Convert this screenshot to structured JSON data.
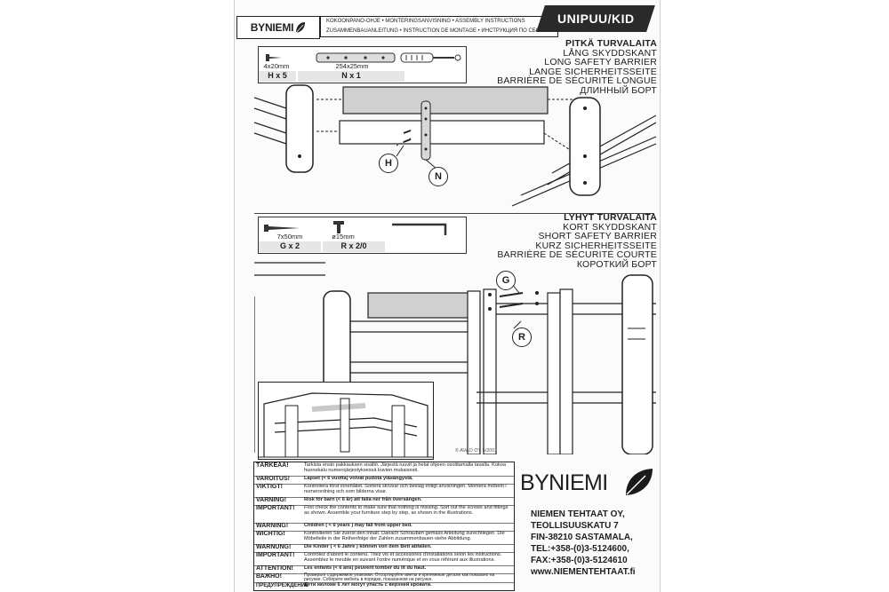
{
  "header": {
    "logo": "BYNIEMI",
    "languages_line1": "KOKOONPANO-OHJE • MONTERINGSANVISNING • ASSEMBLY INSTRUCTIONS",
    "languages_line2": "ZUSAMMENBAUANLEITUNG • INSTRUCTION DE MONTAGE • ИНСТРУКЦИЯ ПО СБОРКЕ",
    "product_tab": "UNIPUU/KID"
  },
  "section_long": {
    "title_lines": [
      "PITKÄ TURVALAITA",
      "LÅNG SKYDDSKANT",
      "LONG SAFETY BARRIER",
      "LANGE SICHERHEITSSEITE",
      "BARRIÈRE DE SÉCURITÉ LONGUE",
      "ДЛИННЫЙ БОРТ"
    ],
    "parts": [
      {
        "caption": "4x20mm",
        "code": "H x 5"
      },
      {
        "caption": "254x25mm",
        "code": "N x 1"
      }
    ],
    "callouts": [
      "H",
      "N"
    ]
  },
  "section_short": {
    "title_lines": [
      "LYHYT TURVALAITA",
      "KORT SKYDDSKANT",
      "SHORT SAFETY BARRIER",
      "KURZ SICHERHEITSSEITE",
      "BARRIÈRE DE SÉCURITÉ COURTE",
      "КОРОТКИЙ БОРТ"
    ],
    "parts": [
      {
        "caption": "7x50mm",
        "code": "G x 2"
      },
      {
        "caption": "ø15mm",
        "code": "R x 2/0"
      }
    ],
    "callouts": [
      "G",
      "R"
    ]
  },
  "copyright": "© AVAO OY 5/2001",
  "warnings": [
    {
      "label": "TÄRKEÄÄ!",
      "text": "Tarkista ensin pakkauksen sisältö. Järjestä ruuvit ja helat ohjeen osoittamalla tavalla. Kokoa huonekalu numerojärjestyksessä kuvien mukaisesti.",
      "bold": ""
    },
    {
      "label": "VAROITUS!",
      "text": "",
      "bold": "Lapset (< 6 vuotta) voivat pudota yläsängystä."
    },
    {
      "label": "VIKTIGT!",
      "text": "Kontrollera först innehållet. Sortera skruvar och beslag enligt anvisningen. Montera möbeln i numerordning och som bilderna visar.",
      "bold": ""
    },
    {
      "label": "VARNING!",
      "text": "",
      "bold": "Risk för barn (< 6 år) att falla ner från översängen."
    },
    {
      "label": "IMPORTANT!",
      "text": "First check the contents to make sure that nothing is missing. Sort out the screws and fittings as shown. Assemble your furniture step by step, as shown in the illustrations.",
      "bold": ""
    },
    {
      "label": "WARNING!",
      "text": "",
      "bold": "Children ( < 6 years ) may fall from upper bed."
    },
    {
      "label": "WICHTIG!",
      "text": "Kontrollieren Sie zuerst den Inhalt. Danach Schrauben gemäss Anleitung zurechtlegen. Die Möbelteile in der Reihenfolge der Zahlen zusammenbauen-siehe Abbildung.",
      "bold": ""
    },
    {
      "label": "WARNUNG!",
      "text": "",
      "bold": "Die Kinder ( < 6 Jahre ) können von dem Bett abfallen."
    },
    {
      "label": "IMPORTANT!",
      "text": "Contrôlez d'abord le contenu. Triez vis et accessoires d'installations selon les instructions. Assemblez le meuble en suivant l'ordre numérique et en vous référant aux illustrations.",
      "bold": ""
    },
    {
      "label": "ATTENTION!",
      "text": "",
      "bold": "Les enfants (< 6 ans) peuvent tomber du lit du haut."
    },
    {
      "label": "ВАЖНО!",
      "text": "Проверьте содержимое упаковки. Отсортируйте винты и крепежные детали как показано на рисунке. Соберите мебель в порядке, показанном на рисунке.",
      "bold": ""
    },
    {
      "label": "ПРЕДУПРЕЖДЕНИЕ",
      "text": "",
      "bold": "Дети моложе 6 лет могут упасть с верхней кровати."
    }
  ],
  "company": {
    "brand": "BYNIEMI",
    "address_lines": [
      "NIEMEN TEHTAAT OY,",
      "TEOLLISUUSKATU 7",
      "FIN-38210 SASTAMALA,",
      "TEL:+358-(0)3-5124600,",
      "FAX:+358-(0)3-5124610",
      "www.NIEMENTEHTAAT.fi"
    ]
  },
  "colors": {
    "ink": "#1e1e1e",
    "board_fill": "#cfcfcf",
    "paper": "#fbfbfb"
  },
  "icons": [
    "leaf-icon",
    "screw-icon",
    "connector-plate-icon",
    "screwdriver-icon",
    "long-screw-icon",
    "dowel-icon",
    "allen-key-icon"
  ]
}
